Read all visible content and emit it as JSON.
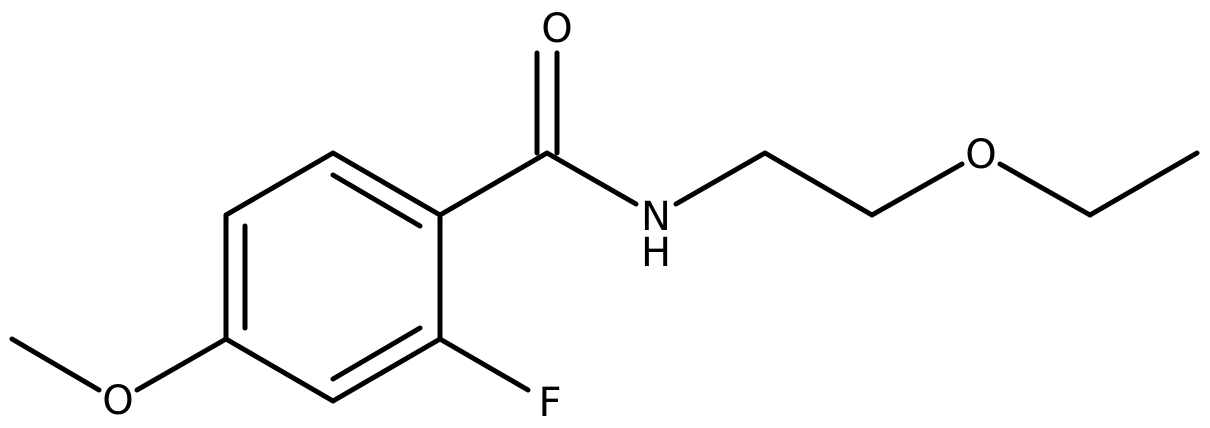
{
  "molecule": {
    "atoms": {
      "carbonyl_oxygen": "O",
      "amide_nitrogen": "N",
      "amide_hydrogen": "H",
      "ether_oxygen": "O",
      "fluorine": "F",
      "methoxy_oxygen": "O"
    }
  },
  "colors": {
    "bond": "#000000",
    "label": "#000000",
    "background": "#ffffff"
  }
}
